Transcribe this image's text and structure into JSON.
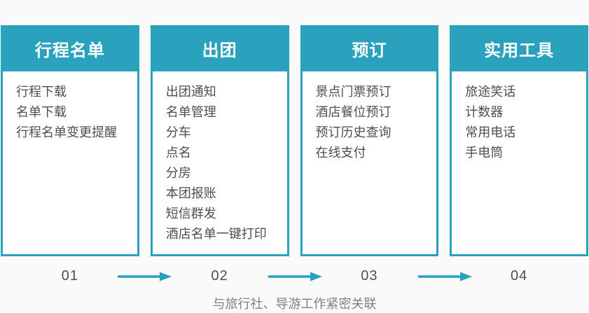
{
  "colors": {
    "accent": "#2AA2BD",
    "pageBg": "#FAFAFA",
    "panelBg": "#FFFFFF",
    "headerText": "#FFFFFF",
    "itemText": "#4F4F4F",
    "stepText": "#4F4F4F",
    "captionText": "#808080"
  },
  "columns": [
    {
      "step": "01",
      "title": "行程名单",
      "items": [
        "行程下载",
        "名单下载",
        "行程名单变更提醒"
      ]
    },
    {
      "step": "02",
      "title": "出团",
      "items": [
        "出团通知",
        "名单管理",
        "分车",
        "点名",
        "分房",
        "本团报账",
        "短信群发",
        "酒店名单一键打印"
      ]
    },
    {
      "step": "03",
      "title": "预订",
      "items": [
        "景点门票预订",
        "酒店餐位预订",
        "预订历史查询",
        "在线支付"
      ]
    },
    {
      "step": "04",
      "title": "实用工具",
      "items": [
        "旅途笑话",
        "计数器",
        "常用电话",
        "手电筒"
      ]
    }
  ],
  "footer": {
    "caption": "与旅行社、导游工作紧密关联"
  }
}
